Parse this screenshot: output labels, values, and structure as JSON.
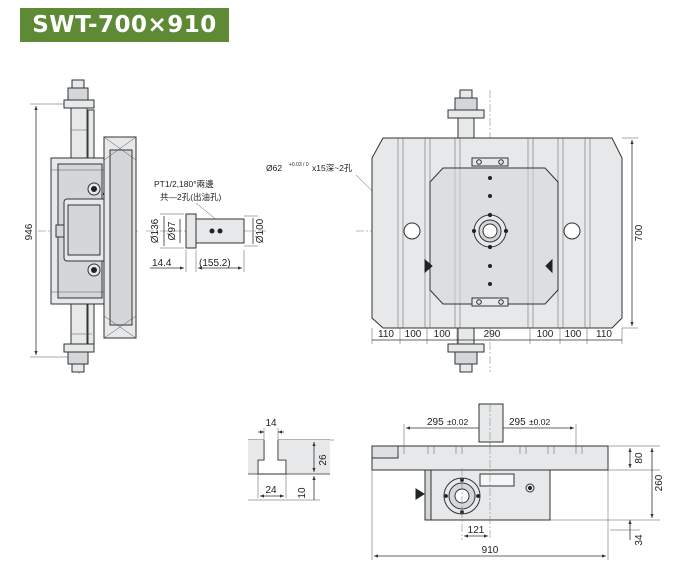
{
  "title": "SWT-700×910",
  "colors": {
    "title_bg": "#5e8a35",
    "title_text": "#ffffff",
    "part_fill": "#e6e8ea",
    "line": "#333333"
  },
  "side_view": {
    "height_dim": "946"
  },
  "port_detail": {
    "note_line1": "PT1/2,180°兩邊",
    "note_line2": "共—2孔(出油孔)",
    "dia_136": "Ø136",
    "dia_97": "Ø97",
    "dia_100": "Ø100",
    "dim_14_4": "14.4",
    "dim_155_2": "(155.2)"
  },
  "top_view": {
    "hole_note": "Ø62",
    "hole_tol": "+0.03 / 0",
    "hole_note_tail": "x15深~2孔",
    "height_dim": "700",
    "bottom_dims": [
      "110",
      "100",
      "100",
      "290",
      "100",
      "100",
      "110"
    ]
  },
  "tslot_detail": {
    "width_top": "14",
    "width_bottom": "24",
    "depth": "26",
    "base": "10"
  },
  "front_view": {
    "spacing_left": "295",
    "spacing_left_tol": "±0.02",
    "spacing_right": "295",
    "spacing_right_tol": "±0.02",
    "offset": "121",
    "overall_width": "910",
    "h80": "80",
    "h260": "260",
    "h34": "34"
  }
}
